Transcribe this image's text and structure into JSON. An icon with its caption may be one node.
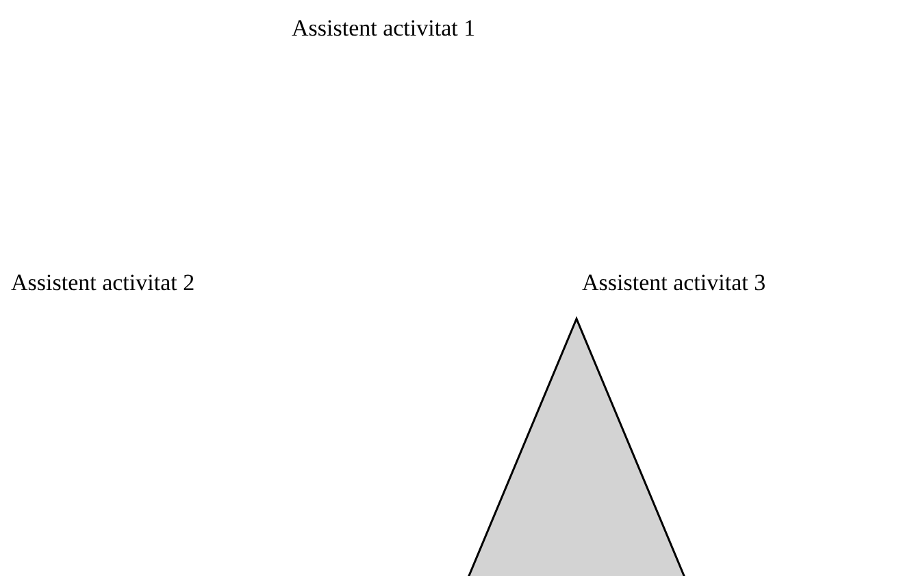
{
  "diagram": {
    "nodes": [
      {
        "text": [],
        "shape": "triangle"
      }
    ],
    "labels": [
      "Assistent activitat 1",
      "Assistent activitat 2",
      "Assistent activitat 3"
    ]
  }
}
